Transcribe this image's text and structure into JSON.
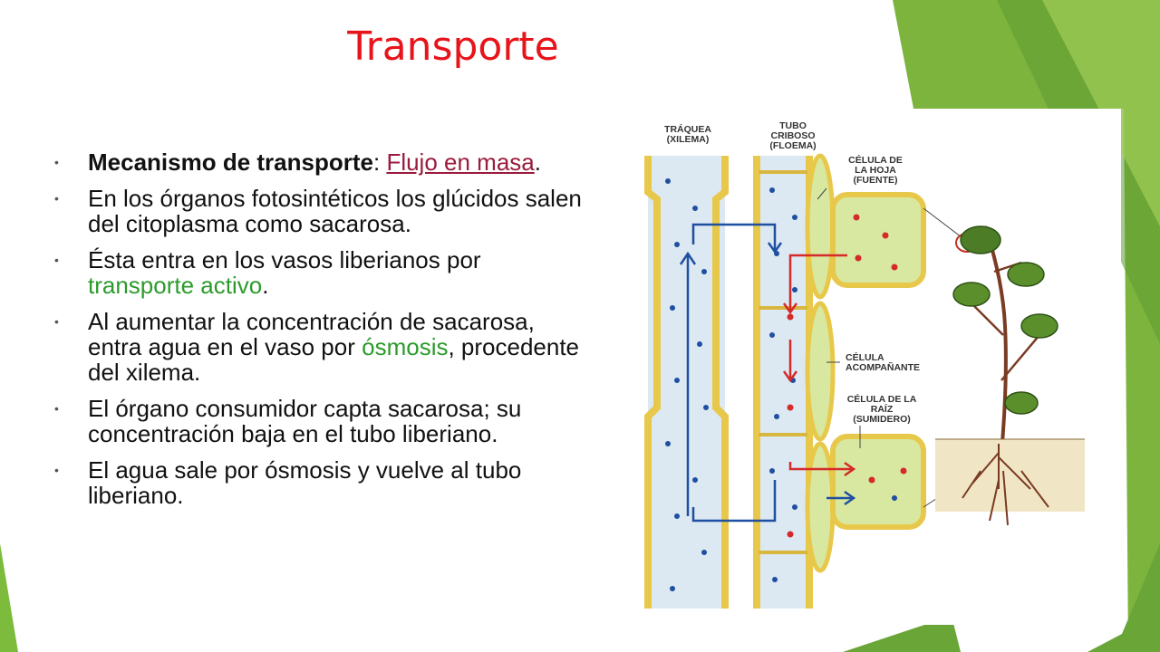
{
  "slide": {
    "title": "Transporte",
    "bullets": [
      {
        "label": "Mecanismo de transporte",
        "sep": ": ",
        "link": "Flujo en masa",
        "end": "."
      },
      {
        "text": "En los órganos fotosintéticos los glúcidos salen del citoplasma como sacarosa."
      },
      {
        "pre": "Ésta entra en los vasos liberianos por ",
        "highlight": "transporte activo",
        "post": "."
      },
      {
        "pre": "Al aumentar la concentración de sacarosa, entra agua en el vaso por ",
        "highlight": "ósmosis",
        "post": ", procedente del xilema."
      },
      {
        "text": "El órgano consumidor capta sacarosa; su concentración baja en el tubo liberiano."
      },
      {
        "text": "El agua sale por ósmosis y vuelve al tubo liberiano."
      }
    ]
  },
  "figure": {
    "labels": {
      "traquea": [
        "TRÁQUEA",
        "(XILEMA)"
      ],
      "tubo": [
        "TUBO",
        "CRIBOSO",
        "(FLOEMA)"
      ],
      "hoja": [
        "CÉLULA DE",
        "LA HOJA",
        "(FUENTE)"
      ],
      "acomp": [
        "CÉLULA",
        "ACOMPAÑANTE"
      ],
      "raiz": [
        "CÉLULA DE LA",
        "RAÍZ",
        "(SUMIDERO)"
      ]
    }
  },
  "colors": {
    "title": "#e8141b",
    "link": "#9a1b3c",
    "highlight": "#2c9b2c",
    "accent_green": "#7dbb3c",
    "cell_fill": "#d8e8a0",
    "vessel_fill": "#dce9f3",
    "wall": "#e8c84a",
    "water": "#1f4fa0",
    "sugar": "#d42a2a"
  }
}
